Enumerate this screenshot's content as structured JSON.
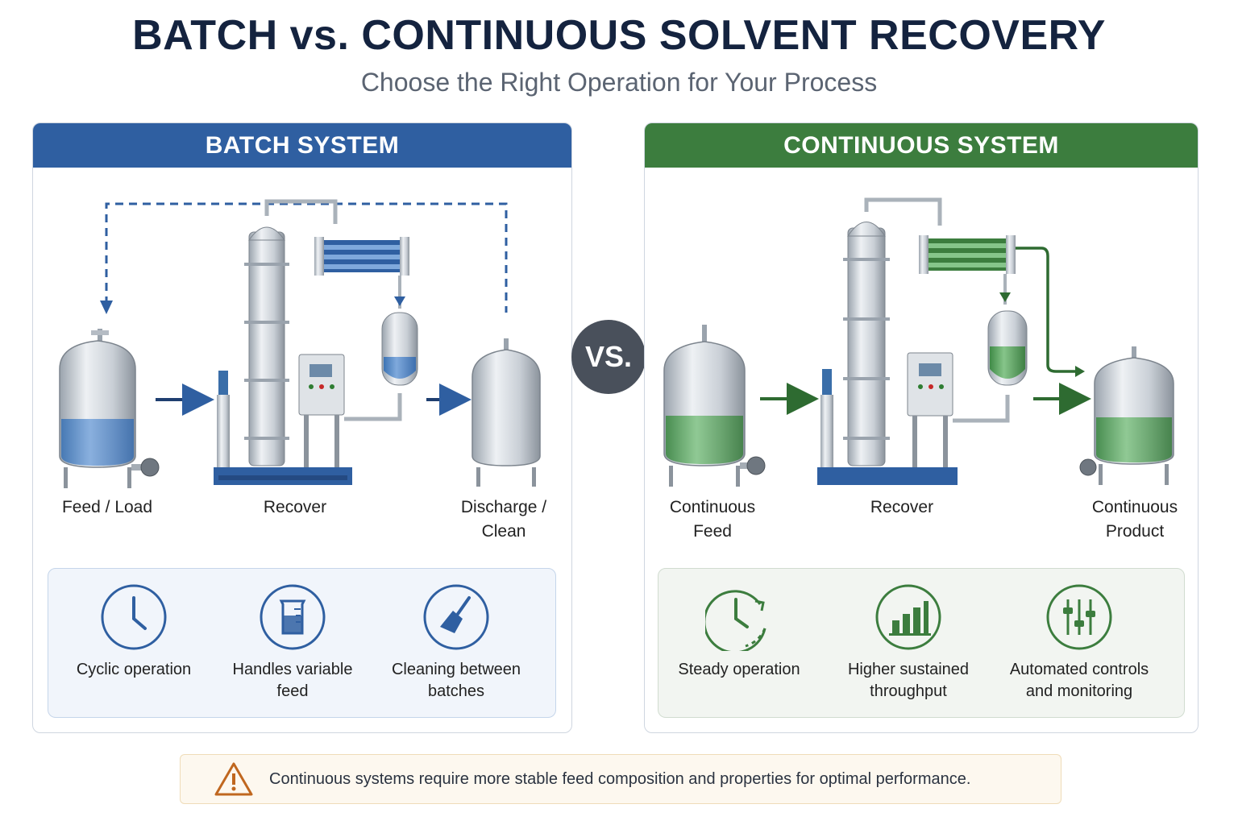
{
  "title": "BATCH vs. CONTINUOUS SOLVENT RECOVERY",
  "subtitle": "Choose the Right Operation for Your Process",
  "vs_label": "VS.",
  "batch": {
    "header": "BATCH SYSTEM",
    "accent": "#2f5fa1",
    "liquid_color": "#4a86c8",
    "stages": [
      "Feed / Load",
      "Recover",
      "Discharge / Clean"
    ],
    "stage_lines": [
      [
        "Feed / Load"
      ],
      [
        "Recover"
      ],
      [
        "Discharge /",
        "Clean"
      ]
    ],
    "features": [
      {
        "icon": "clock-icon",
        "lines": [
          "Cyclic operation"
        ]
      },
      {
        "icon": "beaker-icon",
        "lines": [
          "Handles variable",
          "feed"
        ]
      },
      {
        "icon": "broom-icon",
        "lines": [
          "Cleaning between",
          "batches"
        ]
      }
    ]
  },
  "continuous": {
    "header": "CONTINUOUS SYSTEM",
    "accent": "#3c7d3e",
    "liquid_color": "#5aa85e",
    "stages": [
      "Continuous Feed",
      "Recover",
      "Continuous Product"
    ],
    "stage_lines": [
      [
        "Continuous",
        "Feed"
      ],
      [
        "Recover"
      ],
      [
        "Continuous",
        "Product"
      ]
    ],
    "features": [
      {
        "icon": "cycle-clock-icon",
        "lines": [
          "Steady operation"
        ]
      },
      {
        "icon": "bar-chart-icon",
        "lines": [
          "Higher sustained",
          "throughput"
        ]
      },
      {
        "icon": "sliders-icon",
        "lines": [
          "Automated controls",
          "and monitoring"
        ]
      }
    ]
  },
  "note": {
    "icon": "warning-icon",
    "text": "Continuous systems require more stable feed composition and properties for optimal performance."
  }
}
